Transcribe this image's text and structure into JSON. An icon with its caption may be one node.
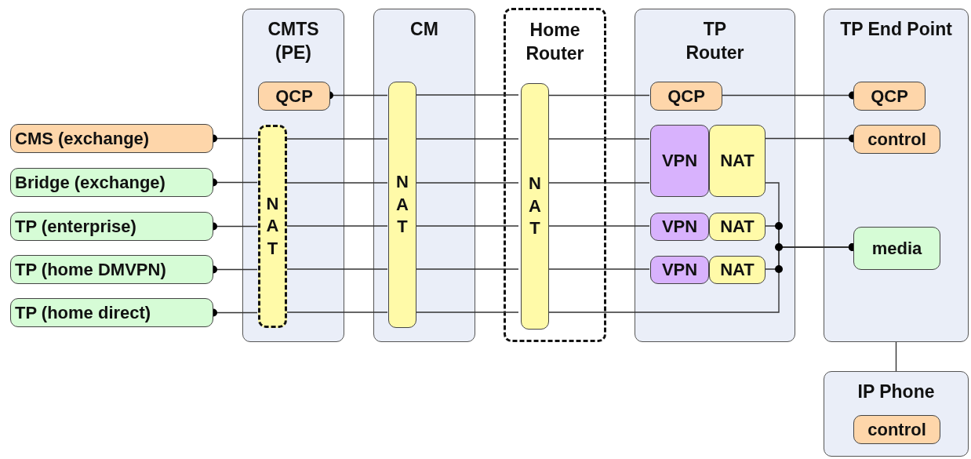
{
  "diagram": {
    "nodes": [
      {
        "text": [
          "CMS (exchange)"
        ]
      },
      {
        "text": [
          "Bridge (exchange)"
        ]
      },
      {
        "text": [
          "TP (enterprise)"
        ]
      },
      {
        "text": [
          "TP (home DMVPN)"
        ]
      },
      {
        "text": [
          "TP (home direct)"
        ]
      },
      {
        "text": [
          "CMTS (PE)"
        ]
      },
      {
        "text": [
          "QCP"
        ],
        "in": 5
      },
      {
        "text": [
          "NAT"
        ],
        "in": 5
      },
      {
        "text": [
          "CM"
        ]
      },
      {
        "text": [
          "NAT"
        ],
        "in": 8
      },
      {
        "text": [
          "Home Router"
        ]
      },
      {
        "text": [
          "NAT"
        ],
        "in": 10
      },
      {
        "text": [
          "TP Router"
        ]
      },
      {
        "text": [
          "QCP"
        ],
        "in": 12
      },
      {
        "text": [
          "VPN"
        ],
        "in": 12
      },
      {
        "text": [
          "NAT"
        ],
        "in": 12
      },
      {
        "text": [
          "VPN"
        ],
        "in": 12
      },
      {
        "text": [
          "NAT"
        ],
        "in": 12
      },
      {
        "text": [
          "VPN"
        ],
        "in": 12
      },
      {
        "text": [
          "NAT"
        ],
        "in": 12
      },
      {
        "text": [
          "TP End Point"
        ]
      },
      {
        "text": [
          "QCP"
        ],
        "in": 20
      },
      {
        "text": [
          "control"
        ],
        "in": 20
      },
      {
        "text": [
          "media"
        ],
        "in": 20
      },
      {
        "text": [
          "IP Phone"
        ]
      },
      {
        "text": [
          "control"
        ],
        "in": 24
      }
    ],
    "edges": [
      {
        "from": 6,
        "to": 9,
        "arrow": "other"
      },
      {
        "from": 9,
        "to": 11,
        "arrow": "none"
      },
      {
        "from": 11,
        "to": 13,
        "arrow": "none"
      },
      {
        "from": 21,
        "to": 13,
        "arrow": "other"
      },
      {
        "from": 0,
        "to": 7,
        "arrow": "other"
      },
      {
        "from": 7,
        "to": 9,
        "arrow": "none"
      },
      {
        "from": 9,
        "to": 11,
        "arrow": "none"
      },
      {
        "from": 11,
        "to": 14,
        "arrow": "none"
      },
      {
        "from": 22,
        "to": 15,
        "arrow": "other"
      },
      {
        "from": 1,
        "to": 7,
        "arrow": "other"
      },
      {
        "from": 7,
        "to": 9,
        "arrow": "none"
      },
      {
        "from": 9,
        "to": 11,
        "arrow": "none"
      },
      {
        "from": 11,
        "to": 14,
        "arrow": "none"
      },
      {
        "from": 2,
        "to": 7,
        "arrow": "other"
      },
      {
        "from": 7,
        "to": 9,
        "arrow": "none"
      },
      {
        "from": 9,
        "to": 11,
        "arrow": "none"
      },
      {
        "from": 11,
        "to": 16,
        "arrow": "none"
      },
      {
        "from": 3,
        "to": 7,
        "arrow": "other"
      },
      {
        "from": 7,
        "to": 9,
        "arrow": "none"
      },
      {
        "from": 9,
        "to": 11,
        "arrow": "none"
      },
      {
        "from": 11,
        "to": 18,
        "arrow": "none"
      },
      {
        "from": 4,
        "to": 7,
        "arrow": "other"
      },
      {
        "from": 7,
        "to": 9,
        "arrow": "none"
      },
      {
        "from": 9,
        "to": 11,
        "arrow": "none"
      },
      {
        "from": 23,
        "to": 15,
        "arrow": "other"
      },
      {
        "from": 23,
        "to": 17,
        "arrow": "other"
      },
      {
        "from": 23,
        "to": 19,
        "arrow": "other"
      },
      {
        "from": 23,
        "to": 11,
        "arrow": "other"
      },
      {
        "from": 20,
        "to": 24,
        "arrow": "none"
      }
    ]
  }
}
